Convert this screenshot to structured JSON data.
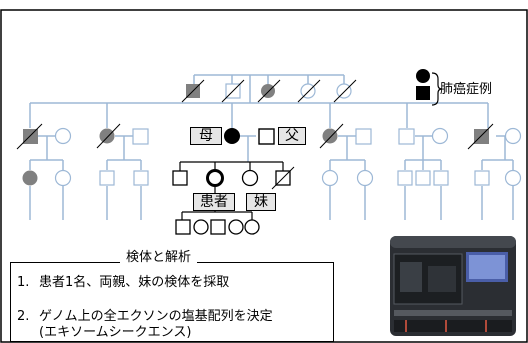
{
  "legend": {
    "label": "肺癌症例"
  },
  "tags": {
    "mother": "母",
    "father": "父",
    "patient": "患者",
    "sister": "妹"
  },
  "method": {
    "title": "検体と解析",
    "steps": [
      {
        "num": "1.",
        "text": "患者1名、両親、妹の検体を採取"
      },
      {
        "num": "2.",
        "text": "ゲノム上の全エクソンの塩基配列を決定"
      },
      {
        "num": "",
        "text": "(エキソームシークエンス)"
      }
    ]
  },
  "colors": {
    "line": "#9db8d6",
    "affected": "#808080",
    "proband": "#000000",
    "frame": "#000000"
  }
}
